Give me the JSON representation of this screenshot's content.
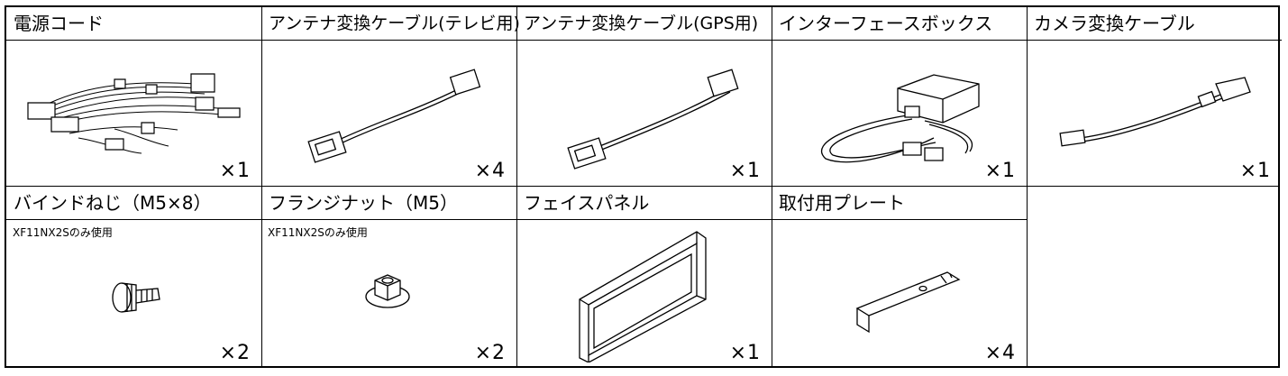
{
  "items": [
    {
      "name": "電源コード",
      "qty": "×1",
      "note": ""
    },
    {
      "name": "アンテナ変換ケーブル(テレビ用)",
      "qty": "×4",
      "note": ""
    },
    {
      "name": "アンテナ変換ケーブル(GPS用)",
      "qty": "×1",
      "note": ""
    },
    {
      "name": "インターフェースボックス",
      "qty": "×1",
      "note": ""
    },
    {
      "name": "カメラ変換ケーブル",
      "qty": "×1",
      "note": ""
    },
    {
      "name": "バインドねじ（M5×8）",
      "qty": "×2",
      "note": "XF11NX2Sのみ使用"
    },
    {
      "name": "フランジナット（M5）",
      "qty": "×2",
      "note": "XF11NX2Sのみ使用"
    },
    {
      "name": "フェイスパネル",
      "qty": "×1",
      "note": ""
    },
    {
      "name": "取付用プレート",
      "qty": "×4",
      "note": ""
    }
  ]
}
